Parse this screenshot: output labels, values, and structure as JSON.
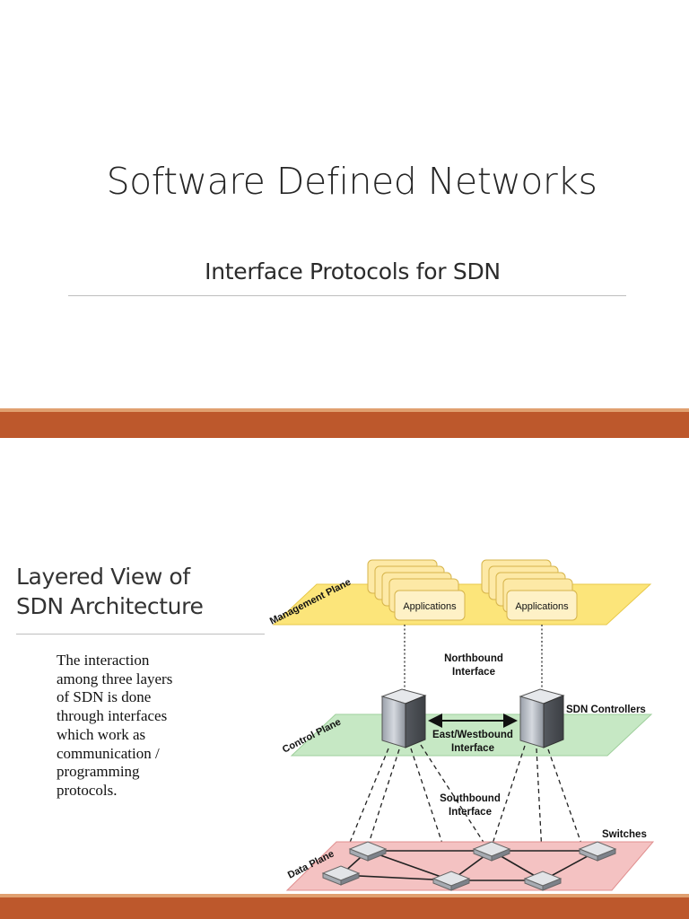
{
  "slide1": {
    "title": "Software Defined Networks",
    "subtitle": "Interface Protocols for SDN"
  },
  "slide2": {
    "heading_line1": "Layered View of",
    "heading_line2": "SDN Architecture",
    "body_lines": [
      "The interaction",
      "among three layers",
      "of SDN is done",
      "through interfaces",
      "which work as",
      "communication /",
      "programming",
      "protocols."
    ]
  },
  "diagram": {
    "management_plane": "Management Plane",
    "control_plane": "Control Plane",
    "data_plane": "Data Plane",
    "applications": [
      "Applications",
      "Applications"
    ],
    "northbound_line1": "Northbound",
    "northbound_line2": "Interface",
    "eastwest_line1": "East/Westbound",
    "eastwest_line2": "Interface",
    "southbound_line1": "Southbound",
    "southbound_line2": "Interface",
    "sdn_controllers": "SDN Controllers",
    "switches": "Switches"
  },
  "colors": {
    "accent_band": "#bd582c",
    "management_plane_fill": "#fce57a",
    "control_plane_fill": "#c6e8c4",
    "data_plane_fill": "#f4c2c2"
  }
}
